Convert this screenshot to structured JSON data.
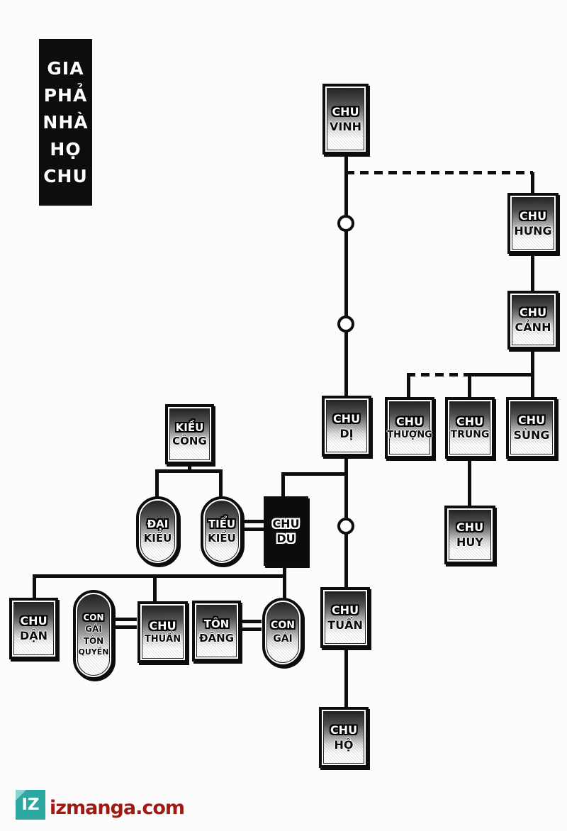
{
  "title": {
    "lines": [
      "GIA",
      "PHẢ",
      "NHÀ",
      "HỌ",
      "CHU"
    ]
  },
  "nodes": {
    "chu_vinh": {
      "lines": [
        "CHU",
        "VINH"
      ]
    },
    "chu_hung": {
      "lines": [
        "CHU",
        "HƯNG"
      ]
    },
    "chu_canh": {
      "lines": [
        "CHU",
        "CẢNH"
      ]
    },
    "chu_thuong": {
      "lines": [
        "CHU",
        "THƯỢNG"
      ]
    },
    "chu_trung": {
      "lines": [
        "CHU",
        "TRUNG"
      ]
    },
    "chu_sung": {
      "lines": [
        "CHU",
        "SÙNG"
      ]
    },
    "chu_huy": {
      "lines": [
        "CHU",
        "HUY"
      ]
    },
    "chu_di": {
      "lines": [
        "CHU",
        "DỊ"
      ]
    },
    "kieu_cong": {
      "lines": [
        "KIỀU",
        "CÔNG"
      ]
    },
    "dai_kieu": {
      "lines": [
        "ĐẠI",
        "KIỀU"
      ]
    },
    "tieu_kieu": {
      "lines": [
        "TIỂU",
        "KIỀU"
      ]
    },
    "chu_du": {
      "lines": [
        "CHU",
        "DU"
      ]
    },
    "chu_dan": {
      "lines": [
        "CHU",
        "DẬN"
      ]
    },
    "con_gai_ton_quyen": {
      "lines": [
        "CON",
        "GÁI",
        "TÔN",
        "QUYỀN"
      ]
    },
    "chu_thuan": {
      "lines": [
        "CHU",
        "THUẨN"
      ]
    },
    "ton_dang": {
      "lines": [
        "TÔN",
        "ĐĂNG"
      ]
    },
    "con_gai": {
      "lines": [
        "CON",
        "GÁI"
      ]
    },
    "chu_tuan": {
      "lines": [
        "CHU",
        "TUẤN"
      ]
    },
    "chu_ho": {
      "lines": [
        "CHU",
        "HỘ"
      ]
    }
  },
  "footer": {
    "logo_text": "IZ",
    "site": "izmanga.com"
  },
  "colors": {
    "logo_teal": "#2fa7a1",
    "logo_fold": "#8ad3cf",
    "site_red": "#9e1a12",
    "line_black": "#0e0e0e"
  }
}
